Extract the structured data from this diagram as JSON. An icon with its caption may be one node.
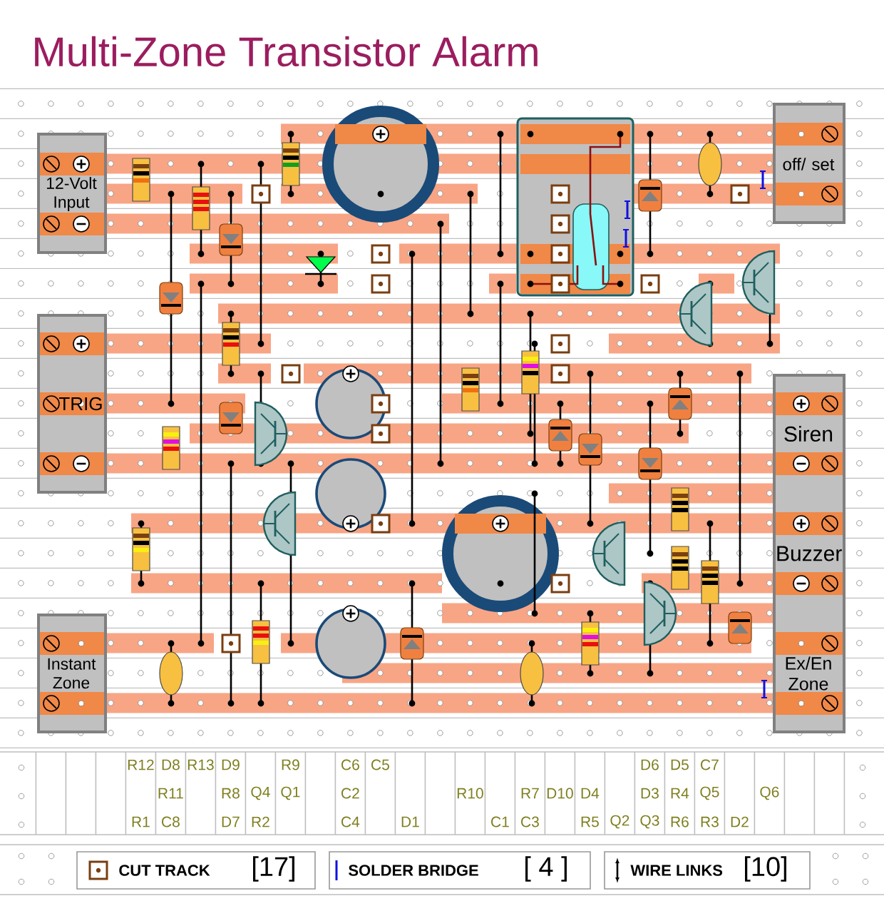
{
  "diagram": {
    "title": "Multi-Zone Transistor Alarm",
    "nodes": [
      {
        "text": [
          "12-Volt Input"
        ]
      },
      {
        "text": [
          "TRIG"
        ]
      },
      {
        "text": [
          "Instant Zone"
        ]
      },
      {
        "text": [
          "off/ set"
        ]
      },
      {
        "text": [
          "Siren",
          "Buzzer",
          "Ex/En Zone"
        ]
      }
    ],
    "labels": [
      "R12",
      "D8",
      "R13",
      "D9",
      "R9",
      "C6",
      "C5",
      "D6",
      "D5",
      "C7",
      "R11",
      "R8",
      "Q4",
      "Q1",
      "C2",
      "R10",
      "R7",
      "D10",
      "D4",
      "D3",
      "R4",
      "Q5",
      "Q6",
      "R1",
      "C8",
      "D7",
      "R2",
      "C4",
      "D1",
      "C1",
      "C3",
      "R5",
      "Q2",
      "Q3",
      "R6",
      "R3",
      "D2",
      "[17]",
      "[ 4 ]",
      "[10]"
    ],
    "legend": [
      {
        "text": "CUT TRACK"
      },
      {
        "text": "SOLDER BRIDGE"
      },
      {
        "text": "WIRE LINKS"
      }
    ]
  }
}
